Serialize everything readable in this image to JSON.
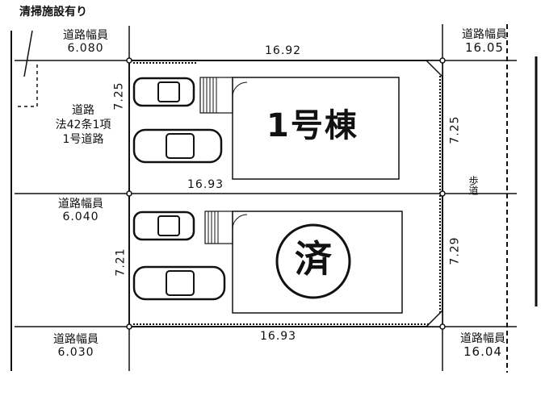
{
  "notes": {
    "cleaning_facility": "清掃施設有り"
  },
  "roads": {
    "top_left": {
      "label": "道路幅員",
      "width": "6.080"
    },
    "left_road": {
      "line1": "道路",
      "line2": "法42条1項",
      "line3": "1号道路"
    },
    "mid_left": {
      "label": "道路幅員",
      "width": "6.040"
    },
    "bottom_left": {
      "label": "道路幅員",
      "width": "6.030"
    },
    "top_right": {
      "label": "道路幅員",
      "width": "16.05"
    },
    "bottom_right": {
      "label": "道路幅員",
      "width": "16.04"
    },
    "sidewalk": "歩道"
  },
  "dimensions": {
    "top_width": "16.92",
    "middle_width": "16.93",
    "bottom_width": "16.93",
    "lot1_left_depth": "7.25",
    "lot1_right_depth": "7.25",
    "lot2_left_depth": "7.21",
    "lot2_right_depth": "7.29"
  },
  "lots": {
    "lot1": {
      "name": "1号棟"
    },
    "lot2": {
      "status": "済"
    }
  },
  "colors": {
    "line": "#111111",
    "background": "#ffffff"
  }
}
